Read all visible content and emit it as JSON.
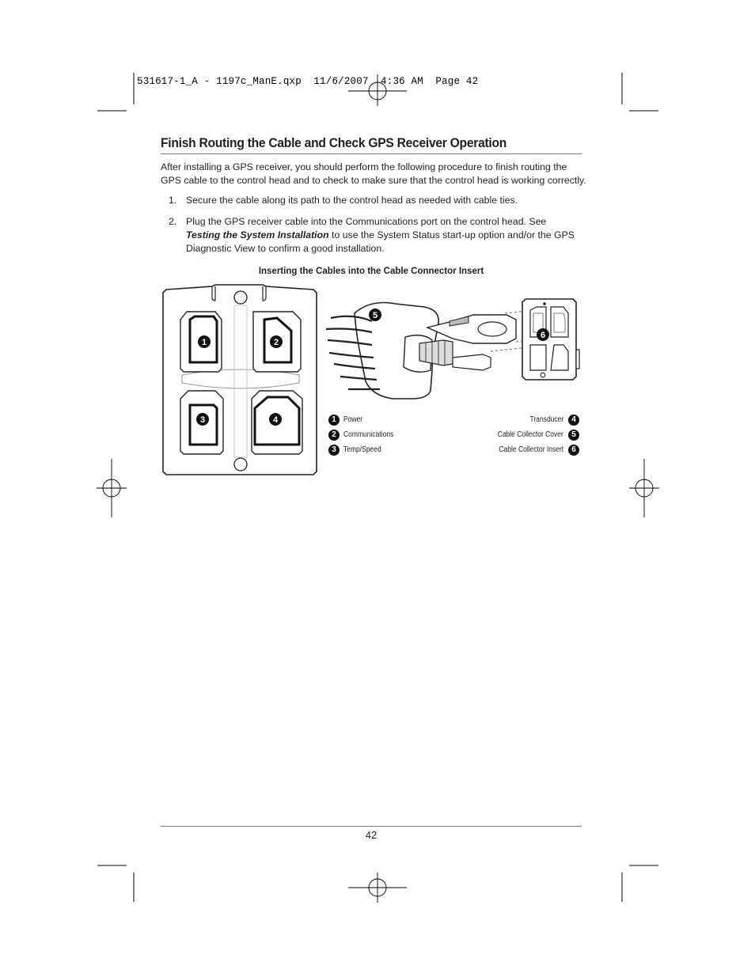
{
  "slug": "531617-1_A - 1197c_ManE.qxp  11/6/2007  4:36 AM  Page 42",
  "title": "Finish Routing the Cable and Check GPS Receiver Operation",
  "intro": "After installing a GPS receiver, you should perform the following procedure to finish routing the GPS cable to the control head and to check to make sure that the control head is working correctly.",
  "steps": [
    {
      "num": "1.",
      "text": "Secure the cable along its path to the control head as needed with cable ties."
    },
    {
      "num": "2.",
      "text_before": "Plug the GPS receiver cable into the Communications port on the control head. See ",
      "link": "Testing the System Installation",
      "text_after": " to use the System Status start-up option and/or the GPS Diagnostic View to confirm a good installation."
    }
  ],
  "figure": {
    "caption": "Inserting the Cables into the Cable Connector Insert",
    "legend_left": [
      {
        "num": "1",
        "label": "Power"
      },
      {
        "num": "2",
        "label": "Communications"
      },
      {
        "num": "3",
        "label": "Temp/Speed"
      }
    ],
    "legend_right": [
      {
        "num": "4",
        "label": "Transducer"
      },
      {
        "num": "5",
        "label": "Cable Collector Cover"
      },
      {
        "num": "6",
        "label": "Cable Collector Insert"
      }
    ],
    "callouts": [
      "1",
      "2",
      "3",
      "4",
      "5",
      "6"
    ]
  },
  "page_number": "42"
}
